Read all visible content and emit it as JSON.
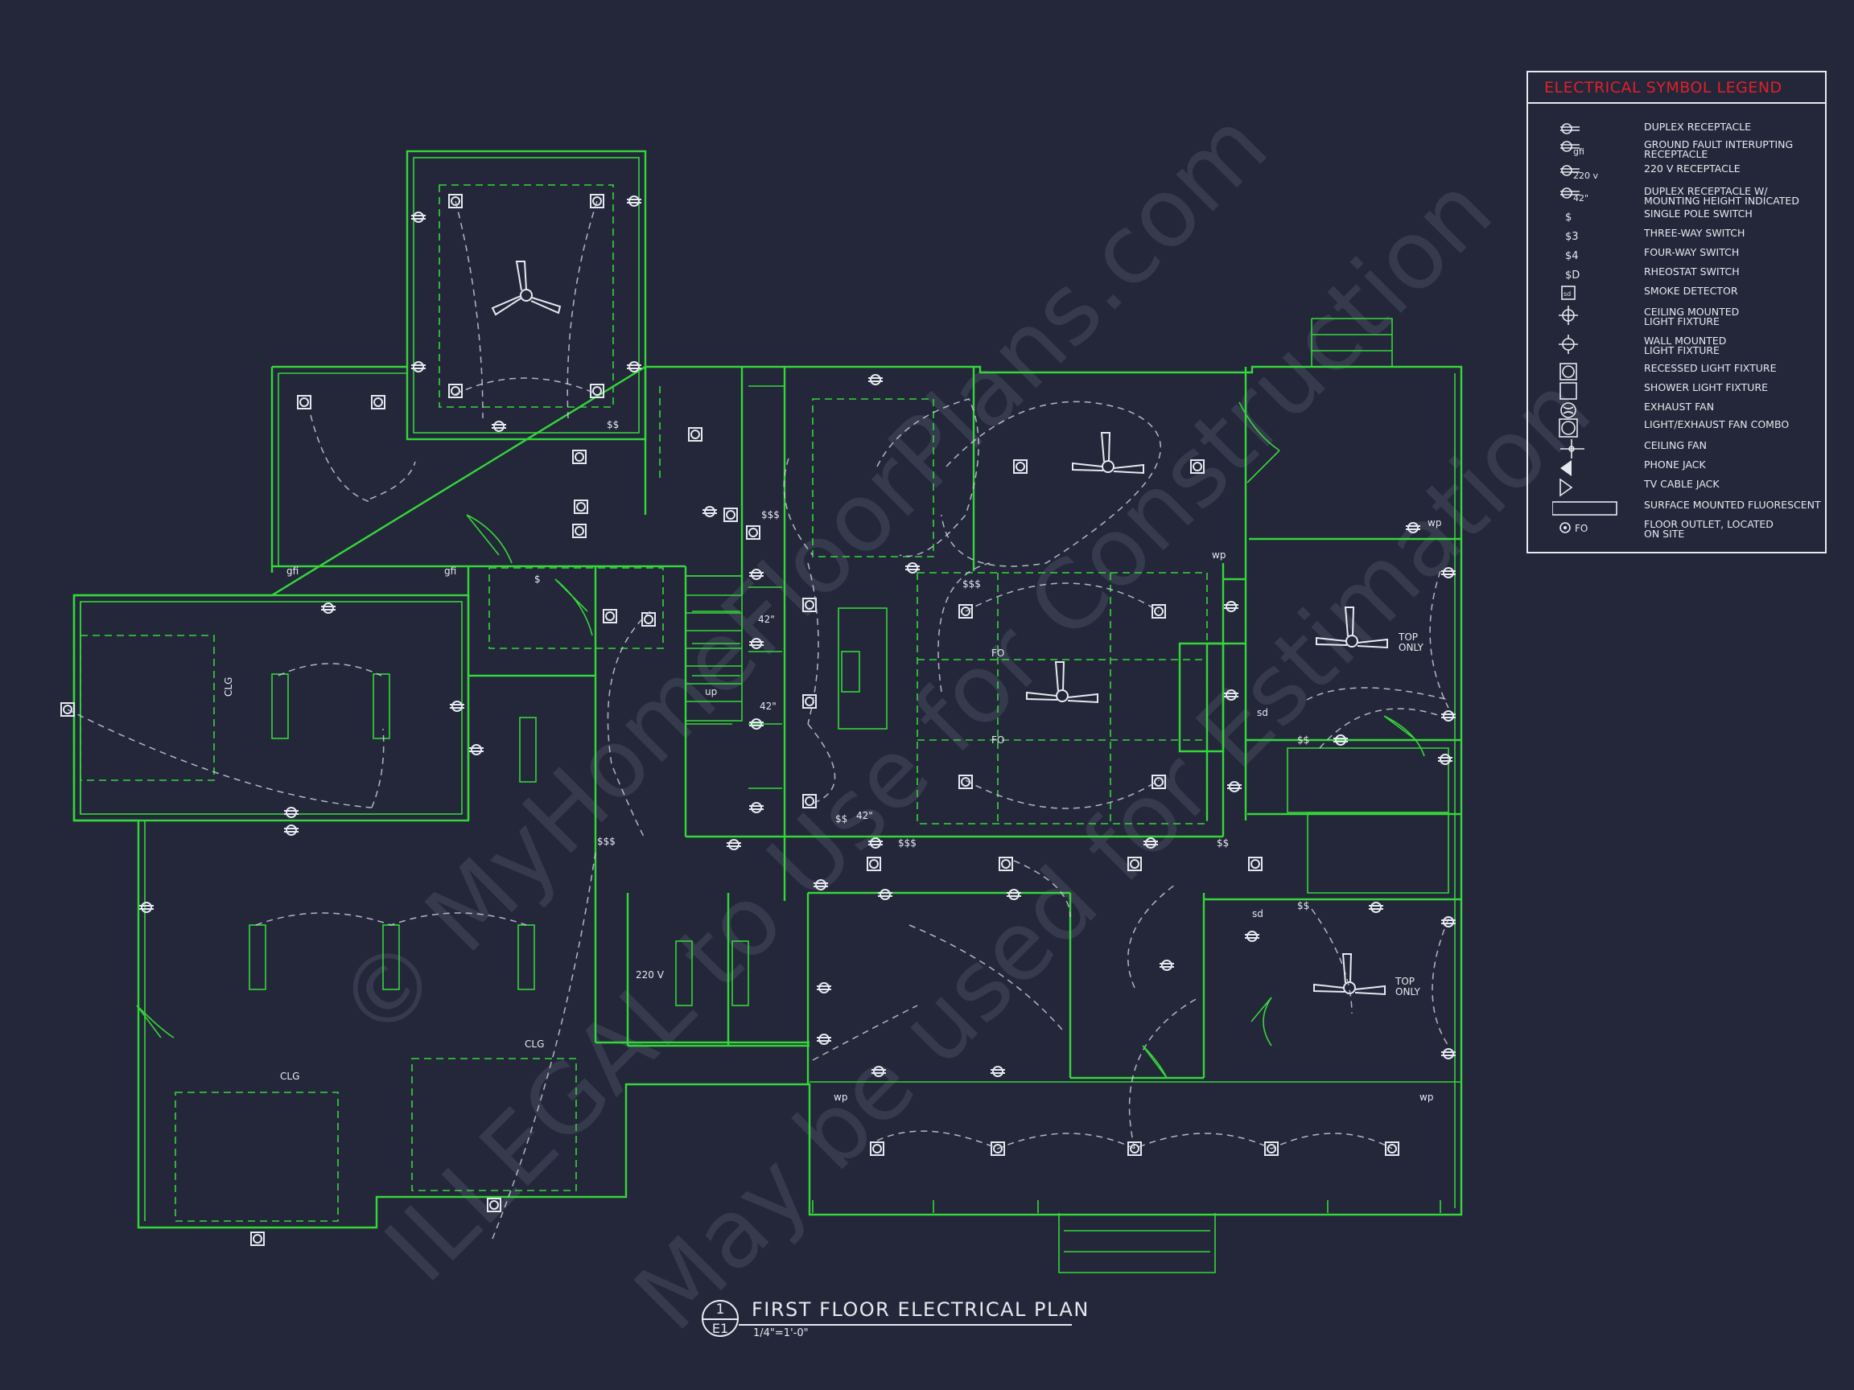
{
  "legend": {
    "title": "ELECTRICAL SYMBOL LEGEND",
    "items": [
      {
        "icon": "duplex-receptacle-icon",
        "label": "DUPLEX RECEPTACLE"
      },
      {
        "icon": "gfi-receptacle-icon",
        "label": "GROUND FAULT INTERUPTING\nRECEPTACLE",
        "sub": "gfi"
      },
      {
        "icon": "220v-receptacle-icon",
        "label": "220 V RECEPTACLE",
        "sub": "220 v"
      },
      {
        "icon": "height-receptacle-icon",
        "label": "DUPLEX RECEPTACLE W/\nMOUNTING HEIGHT INDICATED",
        "sub": "42\""
      },
      {
        "icon": "single-pole-switch-icon",
        "label": "SINGLE POLE SWITCH",
        "sub": "$"
      },
      {
        "icon": "three-way-switch-icon",
        "label": "THREE-WAY SWITCH",
        "sub": "$3"
      },
      {
        "icon": "four-way-switch-icon",
        "label": "FOUR-WAY SWITCH",
        "sub": "$4"
      },
      {
        "icon": "rheostat-switch-icon",
        "label": "RHEOSTAT SWITCH",
        "sub": "$D"
      },
      {
        "icon": "smoke-detector-icon",
        "label": "SMOKE DETECTOR",
        "sub": "sd"
      },
      {
        "icon": "ceiling-light-icon",
        "label": "CEILING MOUNTED\nLIGHT FIXTURE"
      },
      {
        "icon": "wall-light-icon",
        "label": "WALL MOUNTED\nLIGHT FIXTURE"
      },
      {
        "icon": "recessed-light-icon",
        "label": "RECESSED LIGHT FIXTURE"
      },
      {
        "icon": "shower-light-icon",
        "label": "SHOWER LIGHT FIXTURE"
      },
      {
        "icon": "exhaust-fan-icon",
        "label": "EXHAUST FAN"
      },
      {
        "icon": "light-fan-combo-icon",
        "label": "LIGHT/EXHAUST FAN COMBO"
      },
      {
        "icon": "ceiling-fan-icon",
        "label": "CEILING FAN"
      },
      {
        "icon": "phone-jack-icon",
        "label": "PHONE JACK"
      },
      {
        "icon": "tv-jack-icon",
        "label": "TV CABLE JACK"
      },
      {
        "icon": "fluorescent-icon",
        "label": "SURFACE MOUNTED FLUORESCENT"
      },
      {
        "icon": "floor-outlet-icon",
        "label": "FLOOR OUTLET, LOCATED\nON SITE",
        "sub": "FO"
      }
    ]
  },
  "title_block": {
    "number": "1",
    "sheet": "E1",
    "title": "FIRST FLOOR ELECTRICAL PLAN",
    "scale": "1/4\"=1'-0\""
  },
  "plan_labels": {
    "clg_1": "CLG",
    "clg_2": "CLG",
    "clg_3": "CLG",
    "top_only_1": "TOP\nONLY",
    "top_only_2": "TOP\nONLY",
    "v220": "220 V",
    "fo_1": "FO",
    "fo_2": "FO",
    "h42_1": "42\"",
    "h42_2": "42\"",
    "h42_3": "42\"",
    "up": "up",
    "wp_1": "wp",
    "wp_2": "wp",
    "wp_3": "wp",
    "wp_4": "wp",
    "gfi_1": "gfi",
    "gfi_2": "gfi",
    "sw_dollar": "$",
    "sw_2": "$$",
    "sw_3": "$$$",
    "sd": "sd"
  },
  "watermark": {
    "line1": "© MyHomeFloorPlans.com",
    "line2": "ILLEGAL to Use for Construction",
    "line3": "May be used for Estimation"
  }
}
